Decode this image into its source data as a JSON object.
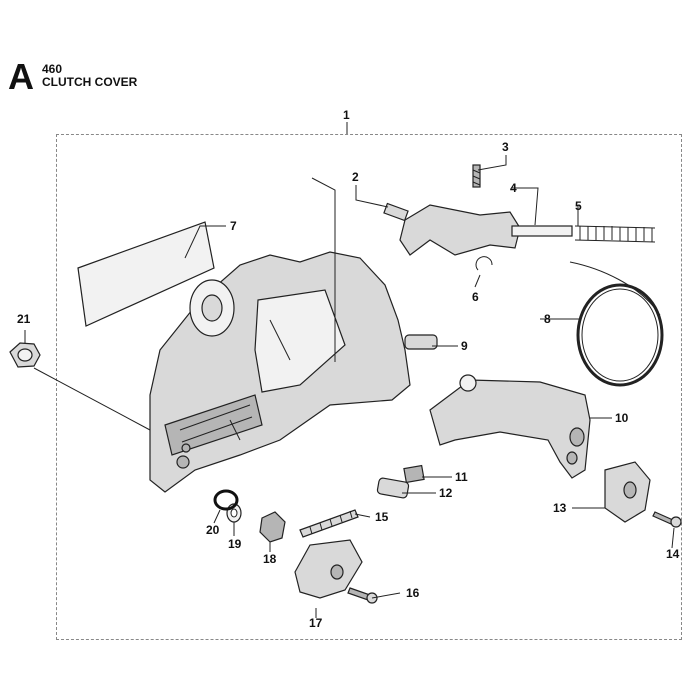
{
  "header": {
    "section_letter": "A",
    "model": "460",
    "title": "CLUTCH COVER"
  },
  "callouts": [
    {
      "id": "1",
      "label": "1"
    },
    {
      "id": "2",
      "label": "2"
    },
    {
      "id": "3",
      "label": "3"
    },
    {
      "id": "4",
      "label": "4"
    },
    {
      "id": "5",
      "label": "5"
    },
    {
      "id": "6",
      "label": "6"
    },
    {
      "id": "7",
      "label": "7"
    },
    {
      "id": "8",
      "label": "8"
    },
    {
      "id": "9",
      "label": "9"
    },
    {
      "id": "10",
      "label": "10"
    },
    {
      "id": "11",
      "label": "11"
    },
    {
      "id": "12",
      "label": "12"
    },
    {
      "id": "13",
      "label": "13"
    },
    {
      "id": "14",
      "label": "14"
    },
    {
      "id": "15",
      "label": "15"
    },
    {
      "id": "16",
      "label": "16"
    },
    {
      "id": "17",
      "label": "17"
    },
    {
      "id": "18",
      "label": "18"
    },
    {
      "id": "19",
      "label": "19"
    },
    {
      "id": "20",
      "label": "20"
    },
    {
      "id": "21",
      "label": "21"
    }
  ]
}
